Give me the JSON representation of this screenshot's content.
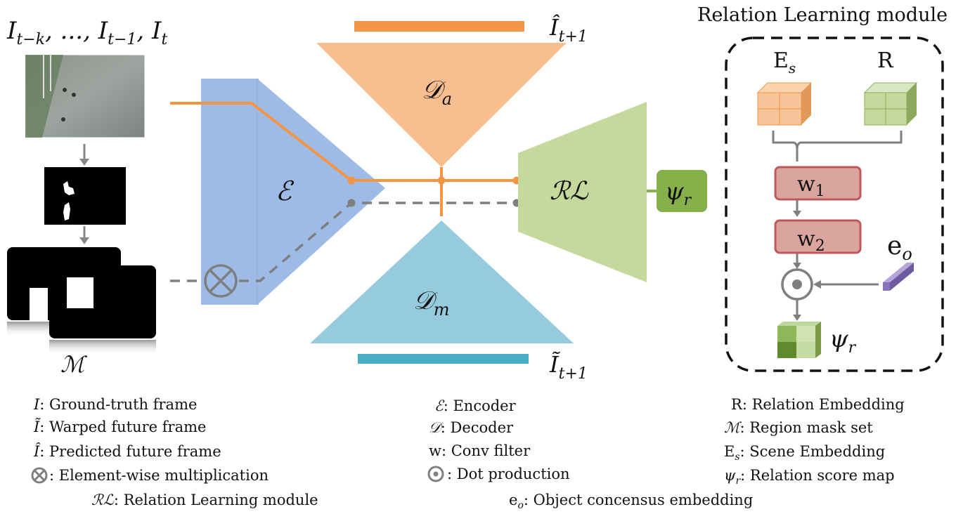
{
  "labels": {
    "input_frames": "I_{t-k}, ..., I_{t-1}, I_t",
    "mask_set": "M",
    "encoder": "E",
    "decoder_a": "D_a",
    "decoder_m": "D_m",
    "relation_learning": "RL",
    "predicted_future": "Î_{t+1}",
    "warped_future": "Ĩ_{t+1}",
    "psi_output": "ψ_r",
    "module_title": "Relation Learning module",
    "scene_embedding": "E_s",
    "relation_embedding": "R",
    "w1": "w_1",
    "w2": "w_2",
    "object_embedding": "e_o",
    "relation_score": "ψ_r"
  },
  "legend": {
    "left": [
      {
        "symbol": "I",
        "text": ": Ground-truth frame"
      },
      {
        "symbol": "Ĩ",
        "text": ": Warped future frame"
      },
      {
        "symbol": "Î",
        "text": ": Predicted future frame"
      },
      {
        "symbol": "⊗",
        "text": ": Element-wise multiplication"
      },
      {
        "symbol": "RL",
        "text": ": Relation Learning module"
      }
    ],
    "middle": [
      {
        "symbol": "E",
        "text": ": Encoder"
      },
      {
        "symbol": "D",
        "text": ": Decoder"
      },
      {
        "symbol": "w",
        "text": ": Conv filter"
      },
      {
        "symbol": "⊙",
        "text": ": Dot production"
      },
      {
        "symbol": "e_o",
        "text": ": Object concensus embedding"
      }
    ],
    "right": [
      {
        "symbol": "R",
        "text": ": Relation Embedding"
      },
      {
        "symbol": "M",
        "text": ": Region mask set"
      },
      {
        "symbol": "E_s",
        "text": ": Scene Embedding"
      },
      {
        "symbol": "ψ_r",
        "text": ": Relation score map"
      }
    ]
  },
  "colors": {
    "encoder": "#9dbbe6",
    "decoder_a": "#f7bf90",
    "decoder_m": "#96cbdd",
    "relation_learning": "#c6d99d",
    "orange_line": "#f29545",
    "gray_line": "#7f7f7f",
    "psi_box": "#86b04a",
    "w_box": "#dba59f",
    "w_border": "#c0585a",
    "teal_bar": "#48aec6",
    "purple": "#8a73b8"
  }
}
